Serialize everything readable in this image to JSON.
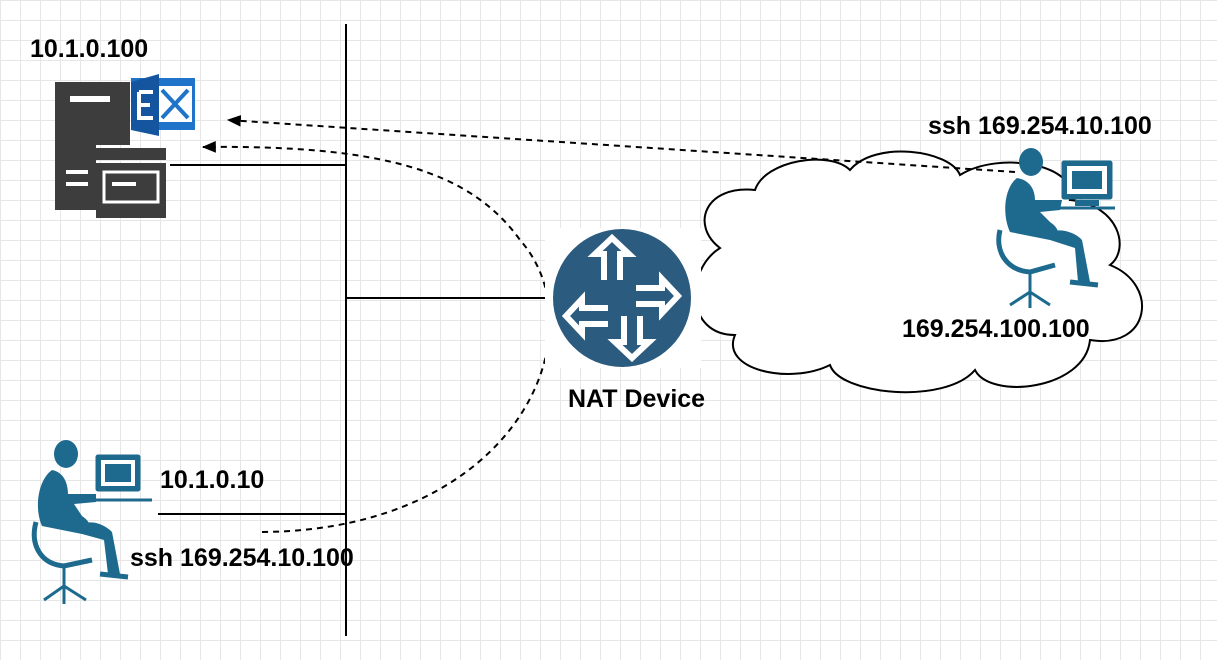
{
  "labels": {
    "server_ip": "10.1.0.100",
    "remote_command": "ssh 169.254.10.100",
    "remote_ip": "169.254.100.100",
    "nat_device": "NAT Device",
    "local_ip": "10.1.0.10",
    "local_command": "ssh 169.254.10.100"
  },
  "colors": {
    "user_blue": "#1d6a8e",
    "router_blue": "#2b5b7e",
    "server_gray": "#3d3d3d",
    "exchange_blue": "#1f73c8"
  },
  "icons": {
    "server": "mail-server-icon",
    "exchange": "exchange-logo",
    "router": "router-icon",
    "cloud": "cloud-icon",
    "remote_user": "user-at-computer-icon",
    "local_user": "user-at-computer-icon"
  }
}
